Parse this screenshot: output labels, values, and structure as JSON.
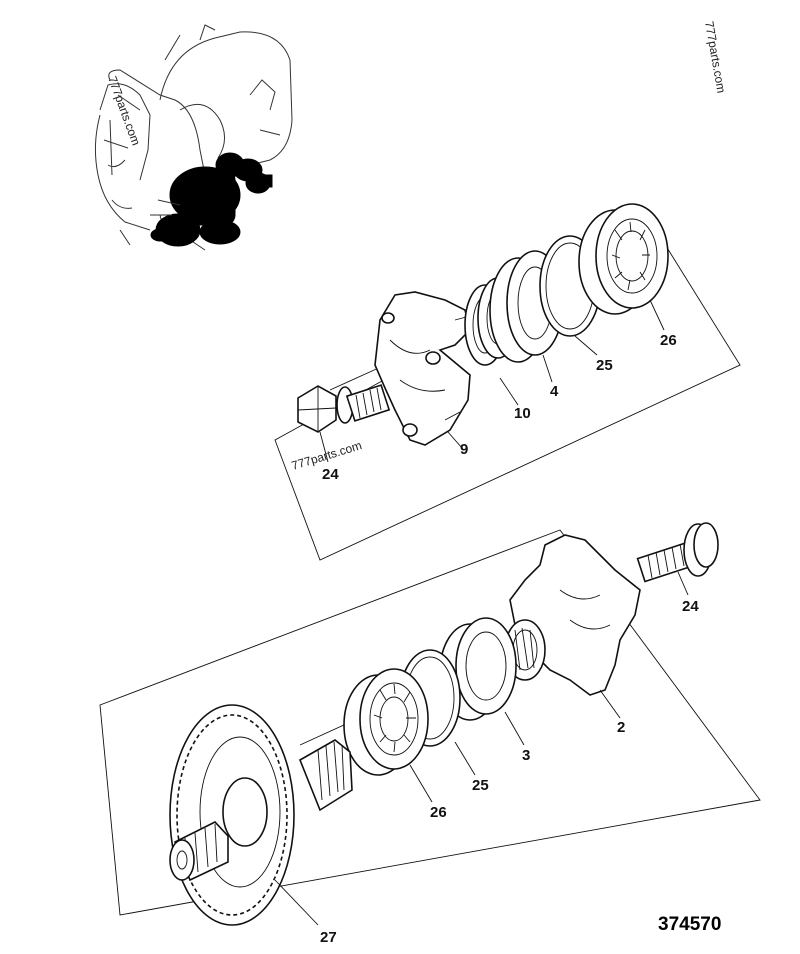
{
  "diagram": {
    "drawing_number": "374570",
    "watermarks": [
      "777parts.com",
      "777parts.com",
      "777parts.com"
    ],
    "callouts": {
      "upper": {
        "yoke": "9",
        "bolt": "24",
        "seal": "10",
        "spacer": "4",
        "circlip": "25",
        "bearing": "26"
      },
      "lower": {
        "bolt": "24",
        "yoke": "2",
        "spacer": "3",
        "circlip": "25",
        "bearing": "26",
        "gear_shaft": "27"
      }
    }
  }
}
